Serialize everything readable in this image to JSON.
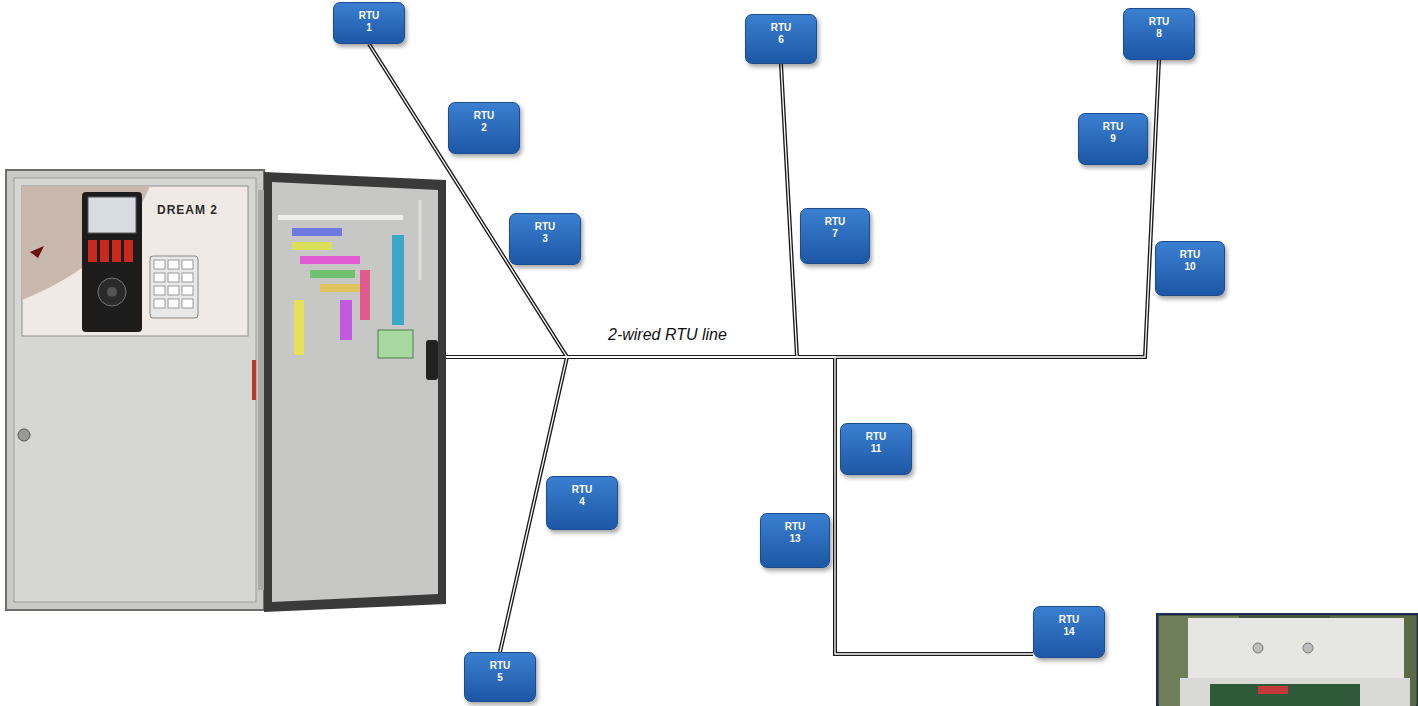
{
  "diagram": {
    "nodes": [
      {
        "text": [
          "DREAM 2"
        ]
      },
      {
        "text": [
          "RTU 1"
        ]
      },
      {
        "text": [
          "RTU 2"
        ]
      },
      {
        "text": [
          "RTU 3"
        ]
      },
      {
        "text": [
          "RTU 4"
        ]
      },
      {
        "text": [
          "RTU 5"
        ]
      },
      {
        "text": [
          "RTU 6"
        ]
      },
      {
        "text": [
          "RTU 7"
        ]
      },
      {
        "text": [
          "RTU 8"
        ]
      },
      {
        "text": [
          "RTU 9"
        ]
      },
      {
        "text": [
          "RTU 10"
        ]
      },
      {
        "text": [
          "RTU 11"
        ]
      },
      {
        "text": [
          "RTU 13"
        ]
      },
      {
        "text": [
          "RTU 14"
        ]
      }
    ],
    "edges": [
      {
        "from": 0,
        "to": 1,
        "arrow": "none"
      },
      {
        "from": 0,
        "to": 5,
        "arrow": "none"
      },
      {
        "from": 0,
        "to": 6,
        "arrow": "none"
      },
      {
        "from": 0,
        "to": 8,
        "arrow": "none"
      },
      {
        "from": 0,
        "to": 13,
        "arrow": "none"
      }
    ],
    "labels": [
      "2-wired RTU line"
    ]
  }
}
